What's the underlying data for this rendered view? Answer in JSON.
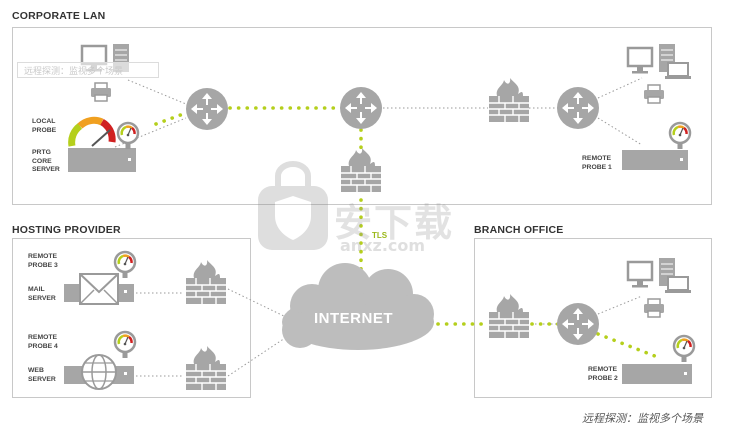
{
  "sections": {
    "corporate_lan": "CORPORATE LAN",
    "hosting_provider": "HOSTING PROVIDER",
    "branch_office": "BRANCH OFFICE"
  },
  "labels": {
    "local_probe": [
      "LOCAL",
      "PROBE"
    ],
    "prtg_core_server": [
      "PRTG",
      "CORE",
      "SERVER"
    ],
    "remote_probe_1": [
      "REMOTE",
      "PROBE 1"
    ],
    "remote_probe_2": [
      "REMOTE",
      "PROBE 2"
    ],
    "remote_probe_3": [
      "REMOTE",
      "PROBE 3"
    ],
    "remote_probe_4": [
      "REMOTE",
      "PROBE 4"
    ],
    "mail_server": [
      "MAIL",
      "SERVER"
    ],
    "web_server": [
      "WEB",
      "SERVER"
    ]
  },
  "internet_label": "INTERNET",
  "tls_label": "TLS",
  "caption": "远程探测：监视多个场景",
  "watermark": {
    "badge_text": "远程探测：监视多个场景",
    "logo_text": "安下载",
    "domain": "anxz.com"
  },
  "colors": {
    "accent_green": "#b5cf1c",
    "gray_device": "#a6a6a6",
    "dark_gray": "#7a7a7a",
    "border": "#c8c8c8",
    "gauge_orange": "#f0a020",
    "gauge_red": "#d02020"
  },
  "icons": [
    "router-icon",
    "firewall-icon",
    "computer-icon",
    "server-tower-icon",
    "printer-icon",
    "laptop-icon",
    "probe-server-icon",
    "gauge-icon",
    "mail-icon",
    "globe-icon",
    "cloud-icon"
  ]
}
